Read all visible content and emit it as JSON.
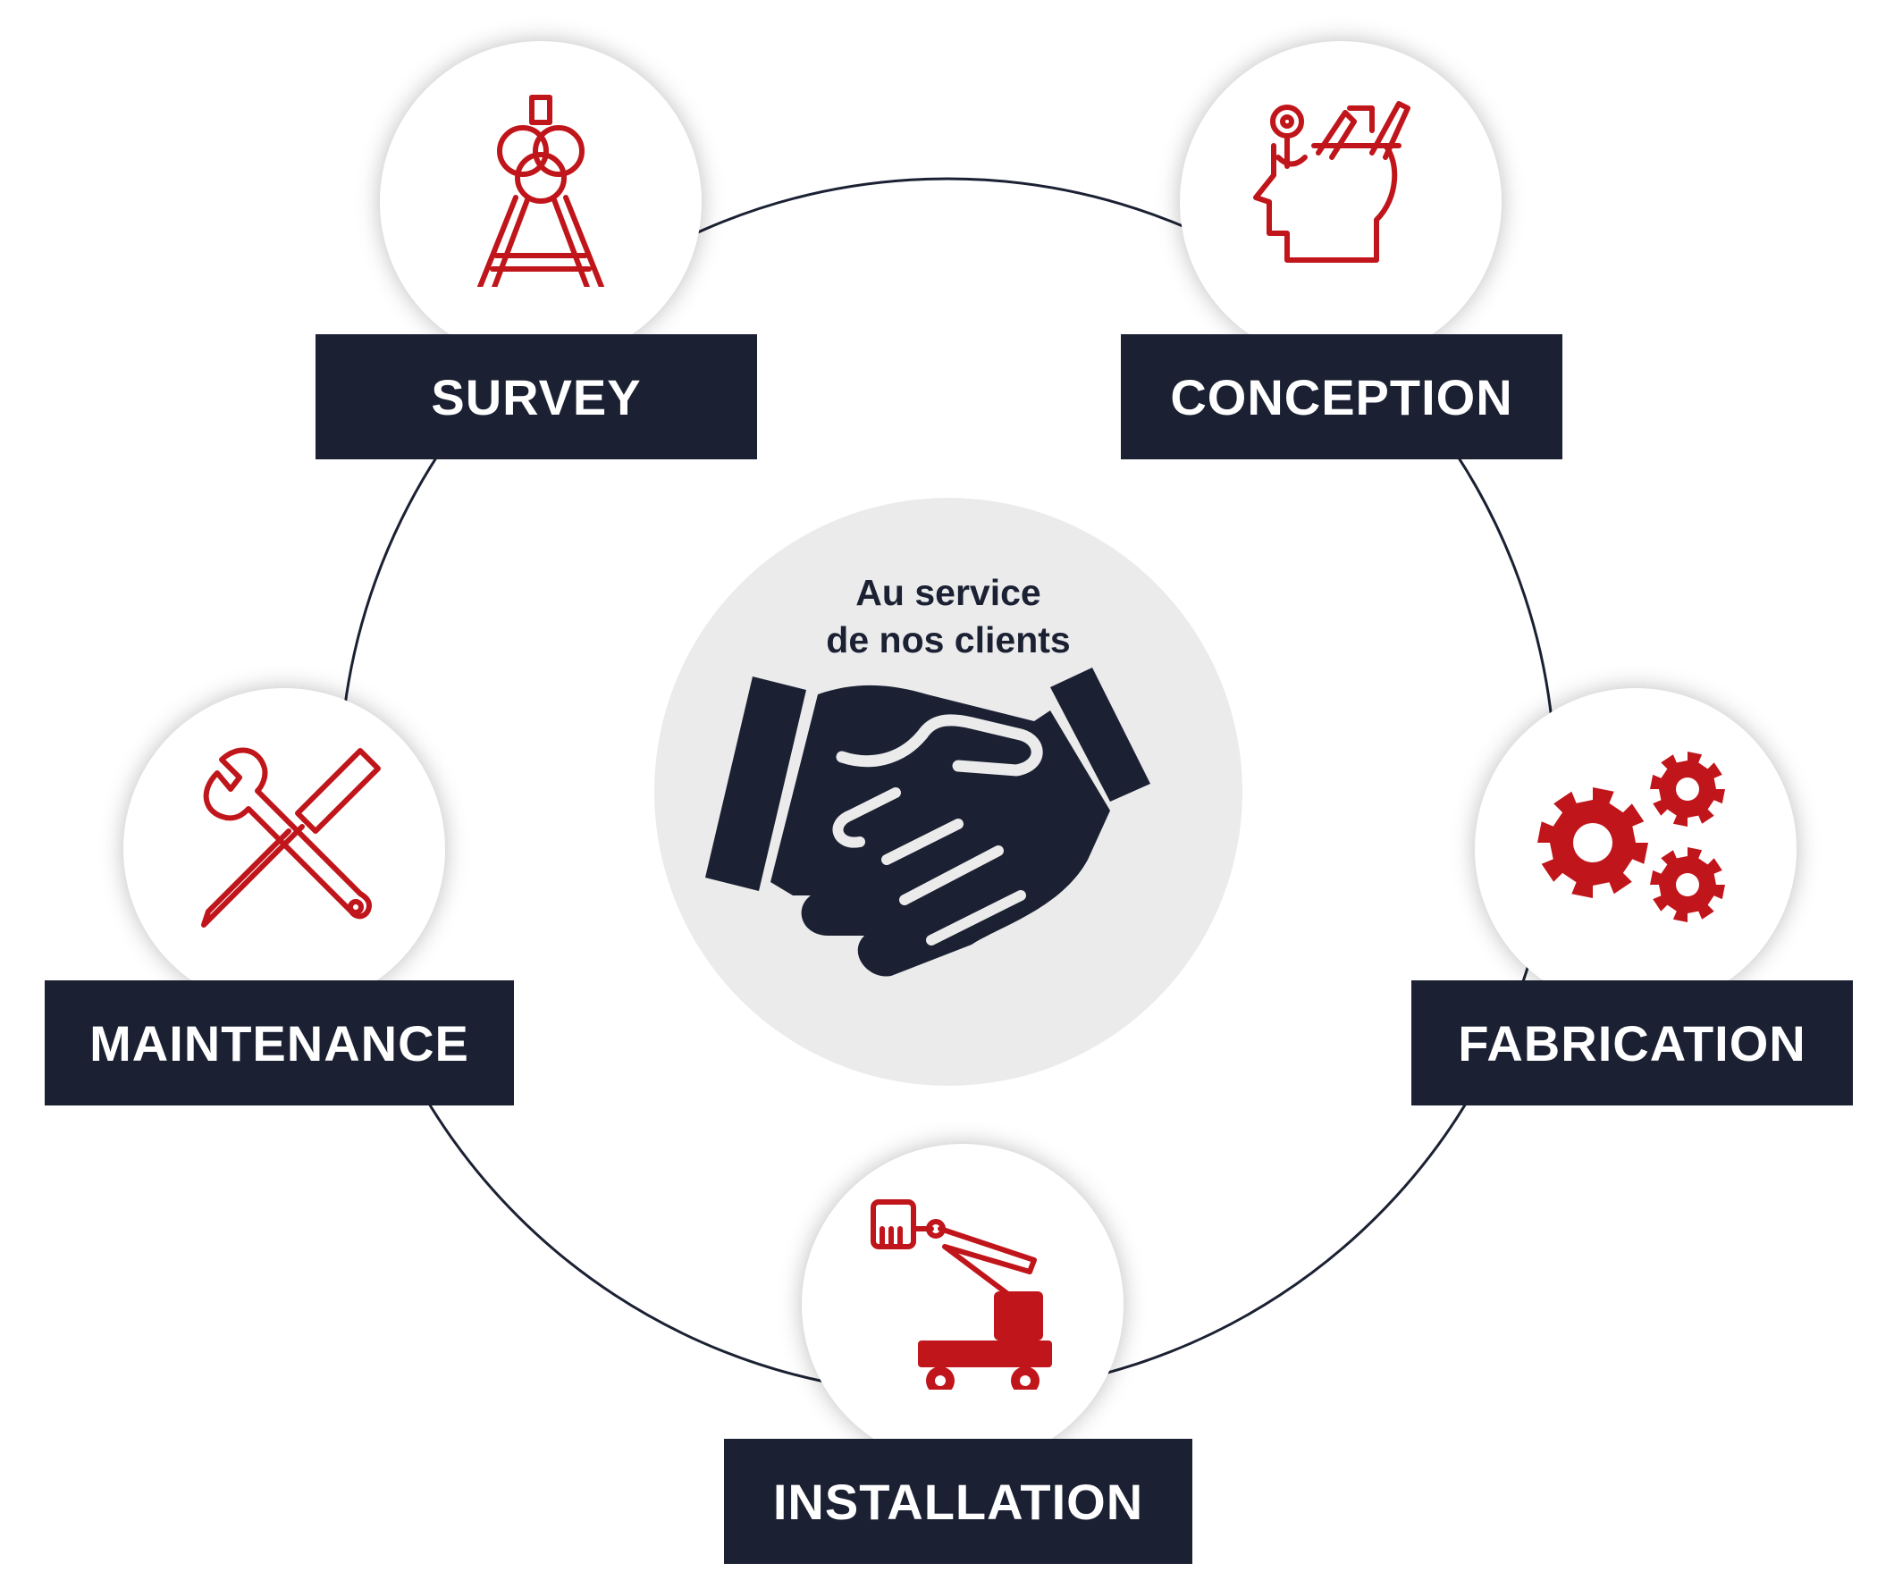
{
  "center": {
    "line1": "Au service",
    "line2": "de nos clients",
    "icon": "handshake-icon"
  },
  "colors": {
    "navy": "#1b2133",
    "red": "#c0151a",
    "center_bg": "#ebebeb"
  },
  "steps": [
    {
      "label": "SURVEY",
      "icon": "compass-icon"
    },
    {
      "label": "CONCEPTION",
      "icon": "head-ideas-icon"
    },
    {
      "label": "FABRICATION",
      "icon": "gears-icon"
    },
    {
      "label": "INSTALLATION",
      "icon": "boom-lift-icon"
    },
    {
      "label": "MAINTENANCE",
      "icon": "wrench-screwdriver-icon"
    }
  ]
}
